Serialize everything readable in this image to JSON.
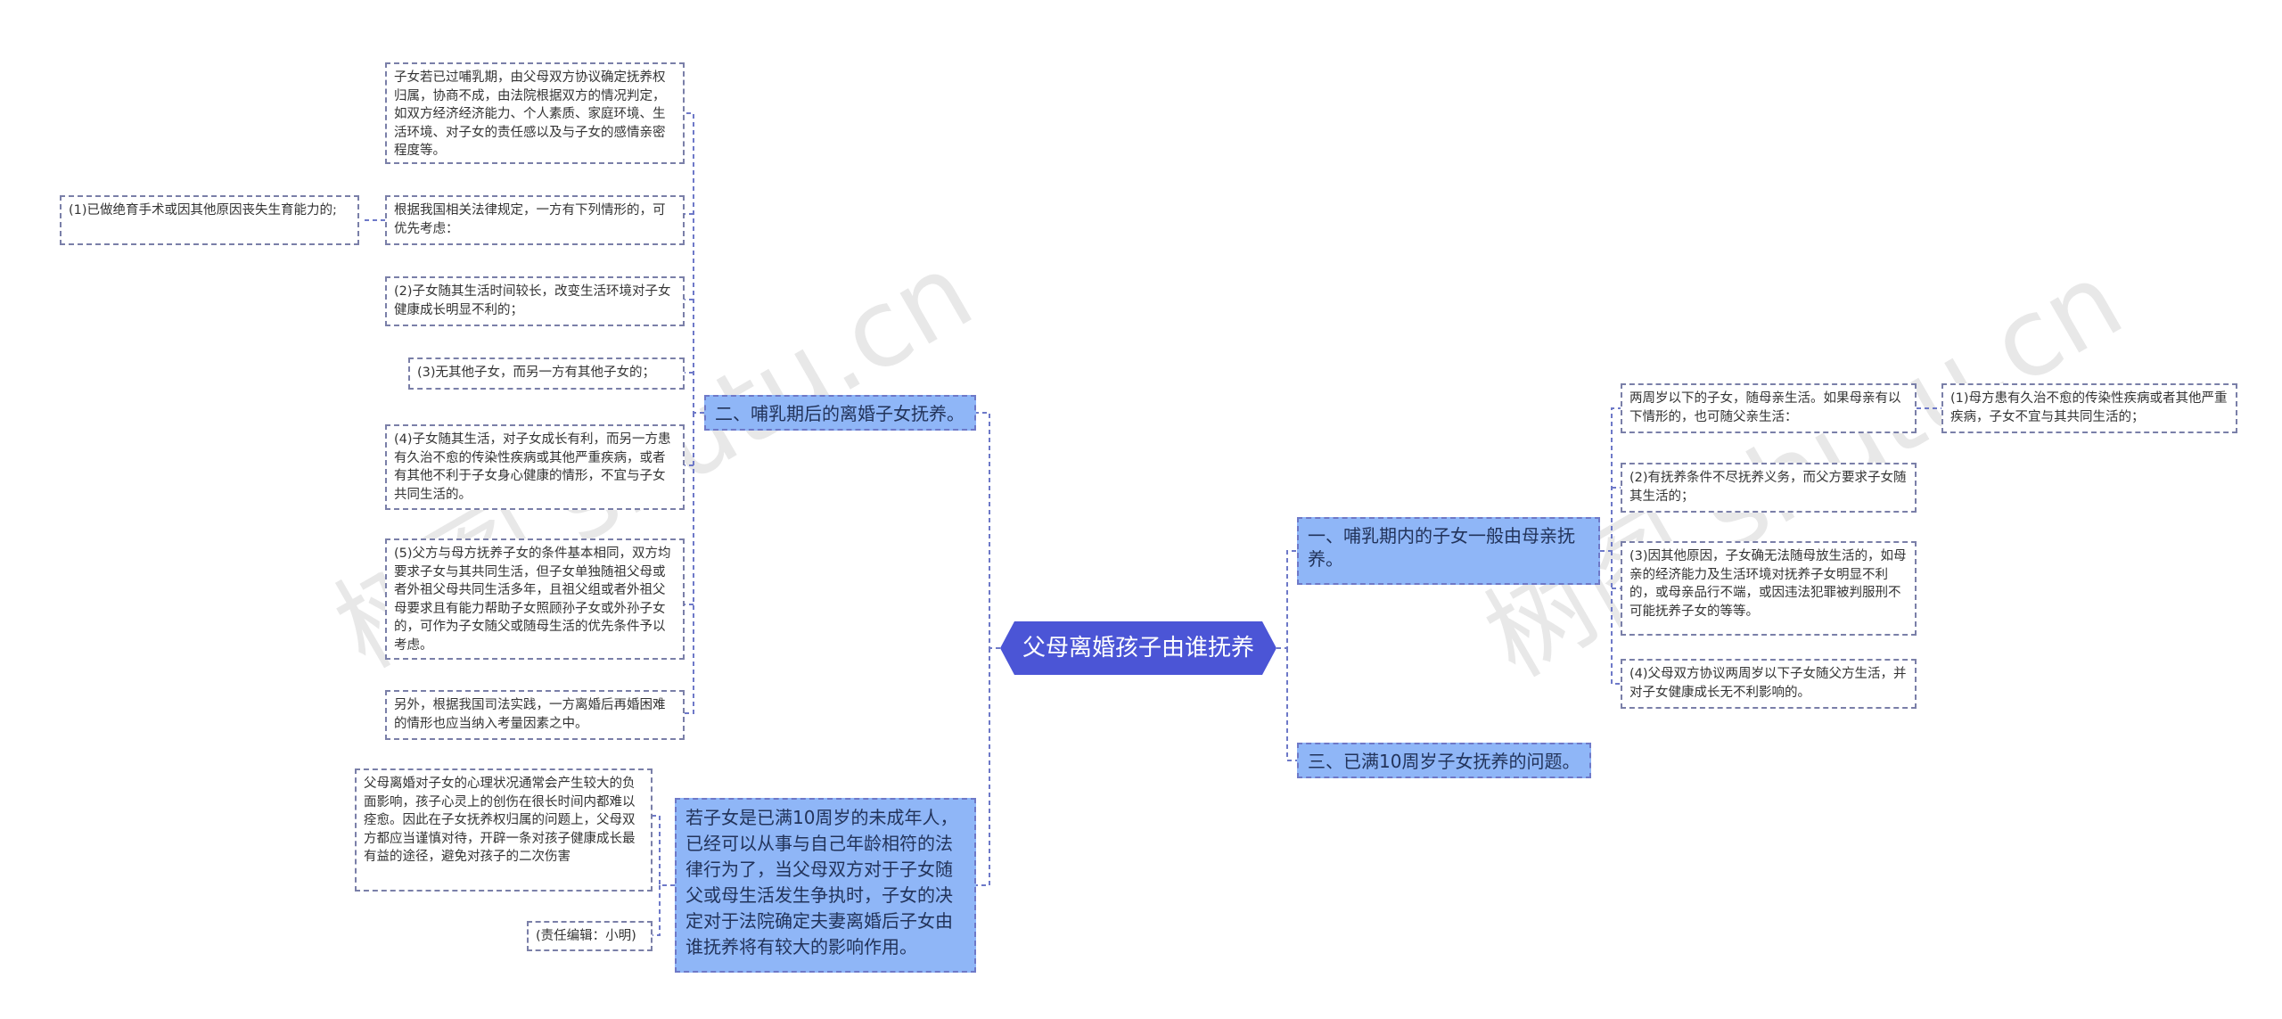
{
  "root": "父母离婚孩子由谁抚养",
  "watermark": "树图 shutu.cn",
  "left": {
    "branch2": {
      "title": "二、哺乳期后的离婚子女抚养。",
      "items": [
        "子女若已过哺乳期，由父母双方协议确定抚养权归属，协商不成，由法院根据双方的情况判定，如双方经济经济能力、个人素质、家庭环境、生活环境、对子女的责任感以及与子女的感情亲密程度等。",
        "根据我国相关法律规定，一方有下列情形的，可优先考虑：",
        "(2)子女随其生活时间较长，改变生活环境对子女健康成长明显不利的；",
        "(3)无其他子女，而另一方有其他子女的；",
        "(4)子女随其生活，对子女成长有利，而另一方患有久治不愈的传染性疾病或其他严重疾病，或者有其他不利于子女身心健康的情形，不宜与子女共同生活的。",
        "(5)父方与母方抚养子女的条件基本相同，双方均要求子女与其共同生活，但子女单独随祖父母或者外祖父母共同生活多年，且祖父组或者外祖父母要求且有能力帮助子女照顾孙子女或外孙子女的，可作为子女随父或随母生活的优先条件予以考虑。",
        "另外，根据我国司法实践，一方离婚后再婚困难的情形也应当纳入考量因素之中。"
      ],
      "sub_item": "(1)已做绝育手术或因其他原因丧失生育能力的;"
    },
    "paragraph": {
      "text": "若子女是已满10周岁的未成年人，已经可以从事与自己年龄相符的法律行为了，当父母双方对于子女随父或母生活发生争执时，子女的决定对于法院确定夫妻离婚后子女由谁抚养将有较大的影响作用。",
      "items": [
        "父母离婚对子女的心理状况通常会产生较大的负面影响，孩子心灵上的创伤在很长时间内都难以痊愈。因此在子女抚养权归属的问题上，父母双方都应当谨慎对待，开辟一条对孩子健康成长最有益的途径，避免对孩子的二次伤害",
        "(责任编辑：小明)"
      ]
    }
  },
  "right": {
    "branch1": {
      "title": "一、哺乳期内的子女一般由母亲抚养。",
      "items": [
        "两周岁以下的子女，随母亲生活。如果母亲有以下情形的，也可随父亲生活：",
        "(2)有抚养条件不尽抚养义务，而父方要求子女随其生活的；",
        "(3)因其他原因，子女确无法随母放生活的，如母亲的经济能力及生活环境对抚养子女明显不利的，或母亲品行不端，或因违法犯罪被判服刑不可能抚养子女的等等。",
        "(4)父母双方协议两周岁以下子女随父方生活，并对子女健康成长无不利影响的。"
      ],
      "sub_item": "(1)母方患有久治不愈的传染性疾病或者其他严重疾病，子女不宜与其共同生活的；"
    },
    "branch3": {
      "title": "三、已满10周岁子女抚养的问题。"
    }
  },
  "colors": {
    "root": "#4b55d6",
    "branch": "#8fb6f7",
    "line": "#6e79c8"
  }
}
